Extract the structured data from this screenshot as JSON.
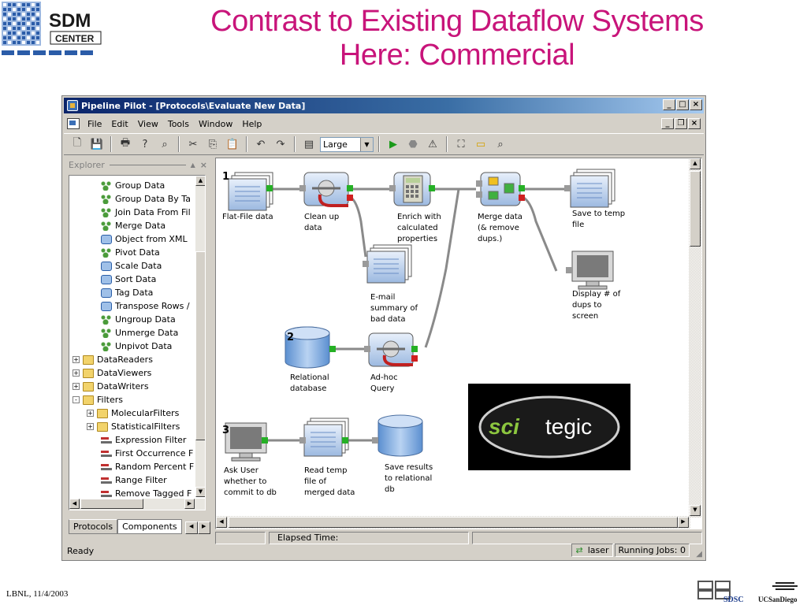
{
  "slide": {
    "title_line1": "Contrast to Existing Dataflow Systems",
    "title_line2": "Here: Commercial",
    "footer_text": "LBNL, 11/4/2003",
    "logo_text_line1": "SDM",
    "logo_text_line2": "CENTER",
    "sdsc_text": "SDSC",
    "ucsd_text": "UCSanDiego"
  },
  "window": {
    "title": "Pipeline Pilot - [Protocols\\Evaluate New Data]",
    "menu": [
      "File",
      "Edit",
      "View",
      "Tools",
      "Window",
      "Help"
    ],
    "toolbar_select_value": "Large",
    "explorer_label": "Explorer",
    "tree": [
      {
        "label": "Group Data",
        "icon": "comp",
        "indent": 2
      },
      {
        "label": "Group Data By Ta",
        "icon": "comp",
        "indent": 2
      },
      {
        "label": "Join Data From Fil",
        "icon": "comp",
        "indent": 2
      },
      {
        "label": "Merge Data",
        "icon": "comp",
        "indent": 2
      },
      {
        "label": "Object from XML",
        "icon": "reader",
        "indent": 2
      },
      {
        "label": "Pivot Data",
        "icon": "comp",
        "indent": 2
      },
      {
        "label": "Scale Data",
        "icon": "reader",
        "indent": 2
      },
      {
        "label": "Sort Data",
        "icon": "reader",
        "indent": 2
      },
      {
        "label": "Tag Data",
        "icon": "reader",
        "indent": 2
      },
      {
        "label": "Transpose Rows /",
        "icon": "reader",
        "indent": 2
      },
      {
        "label": "Ungroup Data",
        "icon": "comp",
        "indent": 2
      },
      {
        "label": "Unmerge Data",
        "icon": "comp",
        "indent": 2
      },
      {
        "label": "Unpivot Data",
        "icon": "comp",
        "indent": 2
      },
      {
        "label": "DataReaders",
        "icon": "folder",
        "indent": 0,
        "expander": "+"
      },
      {
        "label": "DataViewers",
        "icon": "folder",
        "indent": 0,
        "expander": "+"
      },
      {
        "label": "DataWriters",
        "icon": "folder",
        "indent": 0,
        "expander": "+"
      },
      {
        "label": "Filters",
        "icon": "folder",
        "indent": 0,
        "expander": "-"
      },
      {
        "label": "MolecularFilters",
        "icon": "folder",
        "indent": 1,
        "expander": "+"
      },
      {
        "label": "StatisticalFilters",
        "icon": "folder",
        "indent": 1,
        "expander": "+"
      },
      {
        "label": "Expression Filter",
        "icon": "filter",
        "indent": 2
      },
      {
        "label": "First Occurrence F",
        "icon": "filter",
        "indent": 2
      },
      {
        "label": "Random Percent F",
        "icon": "filter",
        "indent": 2
      },
      {
        "label": "Range Filter",
        "icon": "filter",
        "indent": 2
      },
      {
        "label": "Remove Tagged F",
        "icon": "filter",
        "indent": 2
      }
    ],
    "tabs": [
      "Protocols",
      "Components"
    ],
    "active_tab": "Components",
    "nodes": [
      {
        "id": "flatfile",
        "label": "Flat-File data"
      },
      {
        "id": "cleanup",
        "label": "Clean up\ndata"
      },
      {
        "id": "enrich",
        "label": "Enrich with\ncalculated\nproperties"
      },
      {
        "id": "merge",
        "label": "Merge data\n(& remove\ndups.)"
      },
      {
        "id": "savetemp",
        "label": "Save to temp\nfile"
      },
      {
        "id": "email",
        "label": "E-mail\nsummary of\nbad data"
      },
      {
        "id": "display",
        "label": "Display # of\ndups to\nscreen"
      },
      {
        "id": "reldb",
        "label": "Relational\ndatabase"
      },
      {
        "id": "adhoc",
        "label": "Ad-hoc\nQuery"
      },
      {
        "id": "askuser",
        "label": "Ask User\nwhether to\ncommit to db"
      },
      {
        "id": "readtemp",
        "label": "Read temp\nfile of\nmerged data"
      },
      {
        "id": "saveresults",
        "label": "Save results\nto relational\ndb"
      }
    ],
    "step_numbers": [
      "1",
      "2",
      "3"
    ],
    "logo_sci": "sci",
    "logo_tegic": "tegic",
    "elapsed_label": "Elapsed Time:",
    "status_text": "Ready",
    "status_server": "laser",
    "status_jobs": "Running Jobs: 0"
  },
  "colors": {
    "title": "#c8147a",
    "titlebar": "#0a246a",
    "window_bg": "#d4d0c8"
  }
}
